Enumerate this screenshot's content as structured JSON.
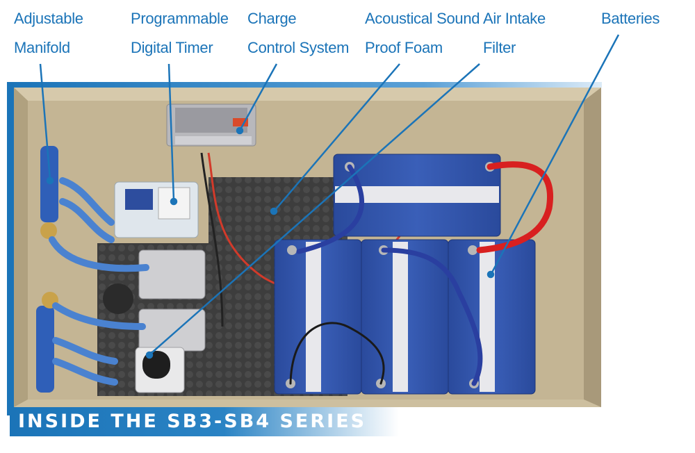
{
  "labels": {
    "manifold": [
      "Adjustable",
      "Manifold"
    ],
    "timer": [
      "Programmable",
      "Digital Timer"
    ],
    "charge": [
      "Charge",
      "Control System"
    ],
    "foam": [
      "Acoustical Sound",
      "Proof Foam"
    ],
    "filter": [
      "Air Intake",
      "Filter"
    ],
    "batteries": [
      "Batteries"
    ]
  },
  "banner": {
    "title": "INSIDE THE SB3-SB4 SERIES"
  },
  "colors": {
    "label_blue": "#1b74b8",
    "frame_blue": "#1b74b8",
    "box_wall": "#c8b99b",
    "battery_blue": "#2e4fa3",
    "cable_red": "#e02020"
  }
}
